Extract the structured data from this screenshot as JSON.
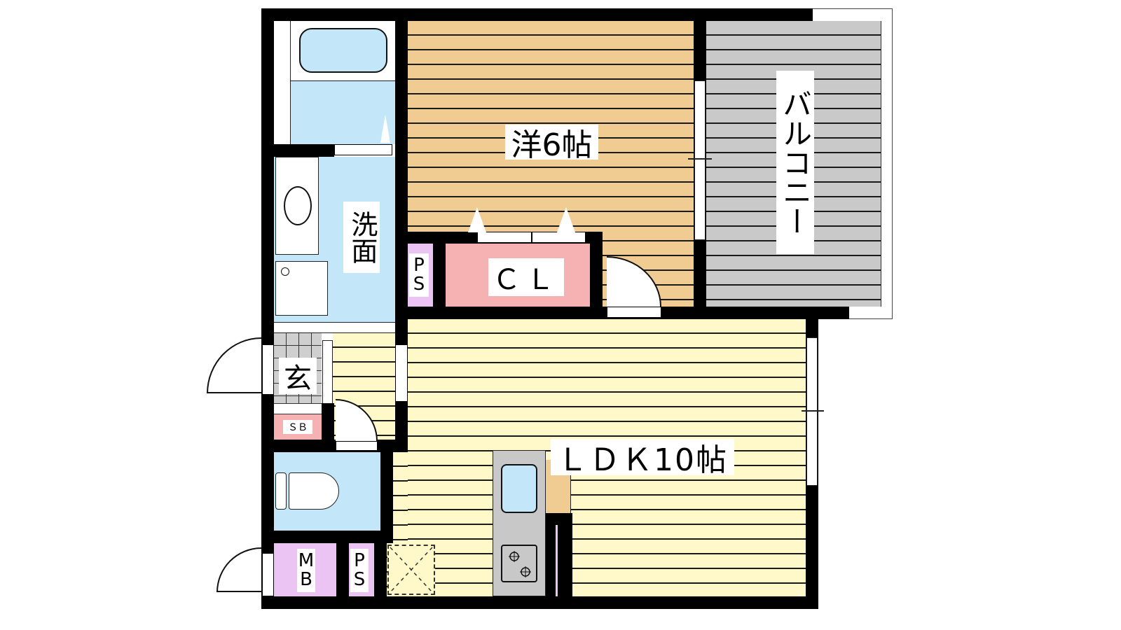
{
  "floor_plan": {
    "rooms": {
      "western_room": {
        "label": "洋6帖",
        "type": "Western-style room",
        "size_jo": 6
      },
      "ldk": {
        "label": "ＬＤＫ10帖",
        "type": "Living Dining Kitchen",
        "size_jo": 10
      },
      "balcony": {
        "label": "バルコニー",
        "type": "Balcony"
      },
      "washroom": {
        "label": "洗面",
        "type": "Washroom"
      },
      "entrance": {
        "label": "玄",
        "type": "Entrance"
      },
      "closet": {
        "label": "ＣＬ",
        "type": "Closet"
      },
      "pipe_space_upper": {
        "label": "ＰＳ",
        "line1": "P",
        "line2": "S"
      },
      "pipe_space_lower": {
        "label": "ＰＳ",
        "line1": "P",
        "line2": "S"
      },
      "meter_box": {
        "label": "ＭＢ",
        "line1": "M",
        "line2": "B"
      },
      "shoe_box": {
        "label": "ＳＢ"
      }
    },
    "fixtures": [
      "bathtub",
      "wash-basin",
      "washing-machine-pan",
      "toilet",
      "kitchen-sink",
      "two-burner-stove",
      "refrigerator-space"
    ],
    "colors": {
      "wall": "#000000",
      "western_floor": "#f0cb92",
      "ldk_floor": "#fff8c9",
      "balcony_floor": "#c9c9c9",
      "wet_area": "#c3e7f8",
      "closet": "#f6b2b2",
      "utility_box": "#ecc4f4",
      "kitchen_counter": "#c8c8c8"
    }
  }
}
